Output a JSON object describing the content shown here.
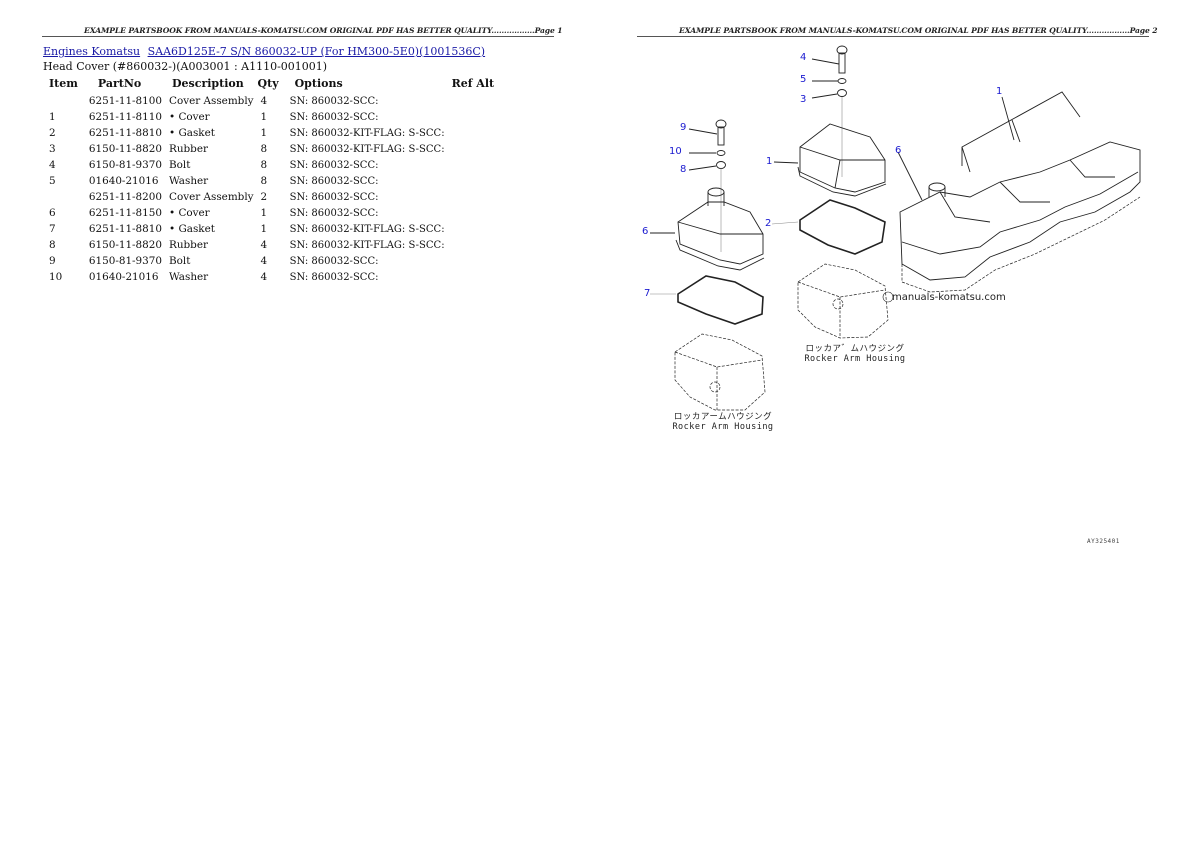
{
  "page1": {
    "header": "EXAMPLE PARTSBOOK FROM MANUALS-KOMATSU.COM ORIGINAL PDF HAS BETTER QUALITY.................Page 1",
    "breadcrumbs": [
      {
        "label": "Engines Komatsu"
      },
      {
        "label": "SAA6D125E-7 S/N 860032-UP (For HM300-5E0)(1001536C)"
      }
    ],
    "subtitle": "Head Cover (#860032-)(A003001 : A1110-001001)",
    "table": {
      "columns": [
        "Item",
        "PartNo",
        "Description",
        "Qty",
        "Options",
        "Ref Alt"
      ],
      "rows": [
        {
          "item": "",
          "partno": "6251-11-8100",
          "description": "Cover Assembly",
          "qty": "4",
          "options": "SN: 860032-SCC:",
          "refalt": ""
        },
        {
          "item": "1",
          "partno": "6251-11-8110",
          "description": "• Cover",
          "qty": "1",
          "options": "SN: 860032-SCC:",
          "refalt": ""
        },
        {
          "item": "2",
          "partno": "6251-11-8810",
          "description": "• Gasket",
          "qty": "1",
          "options": "SN: 860032-KIT-FLAG: S-SCC:",
          "refalt": ""
        },
        {
          "item": "3",
          "partno": "6150-11-8820",
          "description": "Rubber",
          "qty": "8",
          "options": "SN: 860032-KIT-FLAG: S-SCC:",
          "refalt": ""
        },
        {
          "item": "4",
          "partno": "6150-81-9370",
          "description": "Bolt",
          "qty": "8",
          "options": "SN: 860032-SCC:",
          "refalt": ""
        },
        {
          "item": "5",
          "partno": "01640-21016",
          "description": "Washer",
          "qty": "8",
          "options": "SN: 860032-SCC:",
          "refalt": ""
        },
        {
          "item": "",
          "partno": "6251-11-8200",
          "description": "Cover Assembly",
          "qty": "2",
          "options": "SN: 860032-SCC:",
          "refalt": ""
        },
        {
          "item": "6",
          "partno": "6251-11-8150",
          "description": "• Cover",
          "qty": "1",
          "options": "SN: 860032-SCC:",
          "refalt": ""
        },
        {
          "item": "7",
          "partno": "6251-11-8810",
          "description": "• Gasket",
          "qty": "1",
          "options": "SN: 860032-KIT-FLAG: S-SCC:",
          "refalt": ""
        },
        {
          "item": "8",
          "partno": "6150-11-8820",
          "description": "Rubber",
          "qty": "4",
          "options": "SN: 860032-KIT-FLAG: S-SCC:",
          "refalt": ""
        },
        {
          "item": "9",
          "partno": "6150-81-9370",
          "description": "Bolt",
          "qty": "4",
          "options": "SN: 860032-SCC:",
          "refalt": ""
        },
        {
          "item": "10",
          "partno": "01640-21016",
          "description": "Washer",
          "qty": "4",
          "options": "SN: 860032-SCC:",
          "refalt": ""
        }
      ]
    }
  },
  "page2": {
    "header": "EXAMPLE PARTSBOOK FROM MANUALS-KOMATSU.COM ORIGINAL PDF HAS BETTER QUALITY.................Page 2",
    "diagram": {
      "callouts": [
        "4",
        "5",
        "3",
        "9",
        "10",
        "8",
        "1",
        "6",
        "2",
        "7",
        "1",
        "6"
      ],
      "captions": [
        {
          "jp": "ロッカアームハウジング",
          "en": "Rocker Arm Housing"
        },
        {
          "jp": "ロッカア゛ムハウジング",
          "en": "Rocker Arm Housing"
        }
      ],
      "watermark": "manuals-komatsu.com",
      "figure_number": "AY325401"
    },
    "colors": {
      "callout": "#1a1ad0",
      "link": "#1a1aa6"
    }
  }
}
